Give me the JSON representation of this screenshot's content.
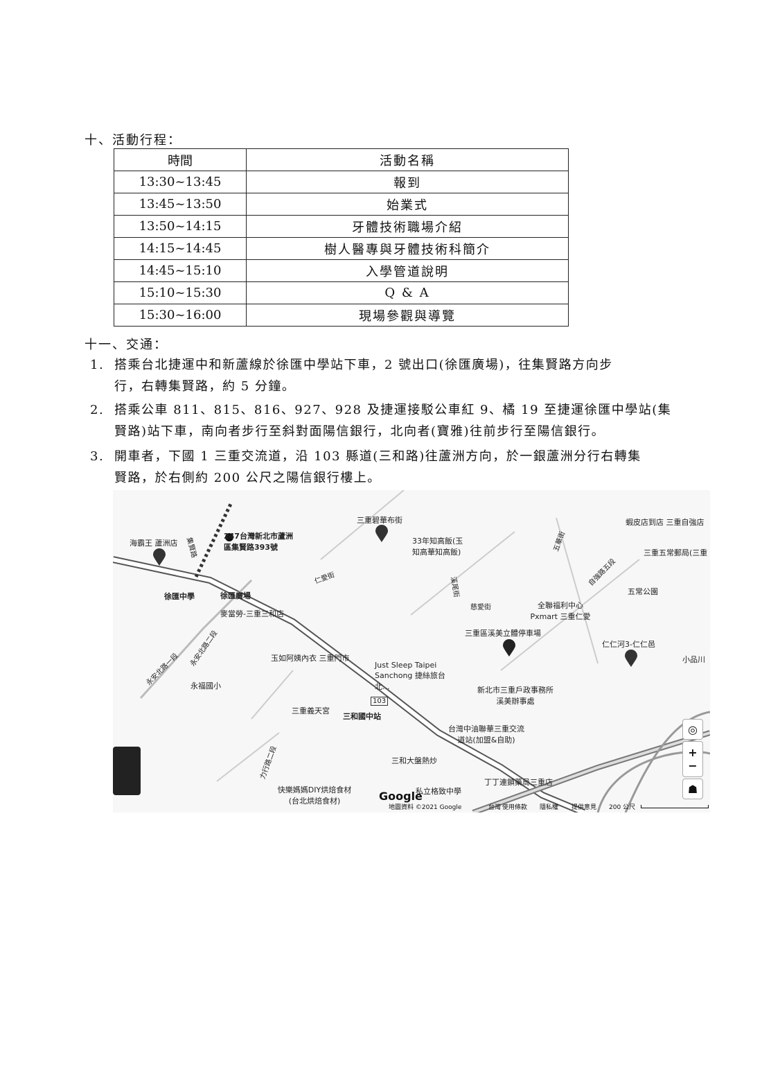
{
  "section10": {
    "heading": "十、活動行程：",
    "col_time": "時間",
    "col_name": "活動名稱",
    "rows": [
      {
        "time": "13:30~13:45",
        "name": "報到"
      },
      {
        "time": "13:45~13:50",
        "name": "始業式"
      },
      {
        "time": "13:50~14:15",
        "name": "牙體技術職場介紹"
      },
      {
        "time": "14:15~14:45",
        "name": "樹人醫專與牙體技術科簡介"
      },
      {
        "time": "14:45~15:10",
        "name": "入學管道說明"
      },
      {
        "time": "15:10~15:30",
        "name": "Q & A"
      },
      {
        "time": "15:30~16:00",
        "name": "現場參觀與導覽"
      }
    ]
  },
  "section11": {
    "heading": "十一、交通：",
    "items": [
      {
        "num": "1.",
        "line1": "搭乘台北捷運中和新蘆線於徐匯中學站下車，2 號出口(徐匯廣場)，往集賢路方向步",
        "line2": "行，右轉集賢路，約 5 分鐘。"
      },
      {
        "num": "2.",
        "line1": "搭乘公車 811、815、816、927、928 及捷運接駁公車紅 9、橘 19 至捷運徐匯中學站(集",
        "line2": "賢路)站下車，南向者步行至斜對面陽信銀行，北向者(寶雅)往前步行至陽信銀行。"
      },
      {
        "num": "3.",
        "line1": "開車者，下國 1 三重交流道，沿 103 縣道(三和路)往蘆洲方向，於一銀蘆洲分行右轉集",
        "line2": "賢路，於右側約 200 公尺之陽信銀行樓上。"
      }
    ]
  },
  "map": {
    "destination": "247台灣新北市蘆洲區集賢路393號",
    "places": {
      "hk": "海霸王 蘆洲店",
      "sanchong_fabric": "三重碧華布街",
      "rice": "33年知高飯(玉知高華知高飯)",
      "shoe": "蝦皮店到店 三重自強店",
      "post": "三重五常郵局(三重",
      "park": "五常公園",
      "xuhui": "徐匯中學",
      "square": "徐匯廣場",
      "mcd": "麥當勞-三重三和店",
      "pxmart": "全聯福利中心 Pxmart 三重仁愛",
      "parking": "三重區溪美立體停車場",
      "renren": "仁仁河3-仁仁邑",
      "yuru": "玉如阿姨內衣 三重門市",
      "justsleep": "Just Sleep Taipei Sanchong 捷絲旅台北...",
      "household": "新北市三重戶政事務所溪美辦事處",
      "yongfu": "永福國小",
      "temple": "三重義天宮",
      "sanhe_station": "三和國中站",
      "cpc": "台灣中油聯華三重交流道站(加盟&自助)",
      "market": "三和大盤熱炒",
      "diy": "快樂媽媽DIY烘焙食材(台北烘焙食材)",
      "school": "私立格致中學",
      "pharmacy": "丁丁連鎖藥局三重店",
      "xiaopin": "小品川"
    },
    "roads": {
      "yongan": "永安北路一段",
      "yongan2": "永安北路二段",
      "renai": "仁愛街",
      "ciai": "慈愛街",
      "ziqiang": "自強路五段",
      "wugu": "五華街",
      "xiamei": "溪尾街",
      "jixian": "集賢路",
      "lixing": "力行路二段",
      "r103": "103"
    },
    "footer": {
      "data": "地圖資料 ©2021 Google",
      "region": "台灣",
      "terms": "使用條款",
      "privacy": "隱私權",
      "feedback": "提供意見",
      "scale": "200 公尺"
    },
    "google": "Google"
  }
}
